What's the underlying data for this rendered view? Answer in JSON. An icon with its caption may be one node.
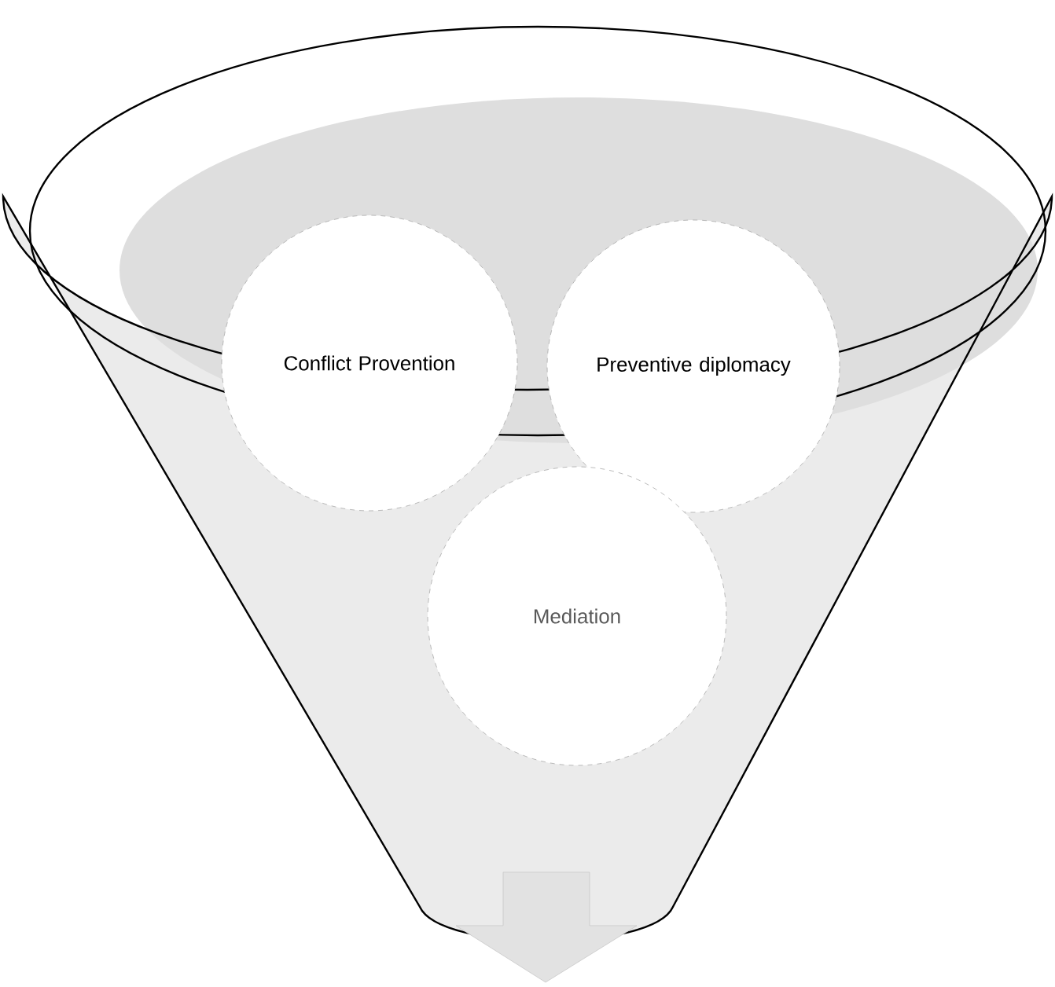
{
  "diagram": {
    "nodes": [
      {
        "text": [
          "Conflict Provention"
        ]
      },
      {
        "text": [
          "Preventive diplomacy"
        ]
      },
      {
        "text": [
          "Mediation"
        ]
      }
    ]
  }
}
